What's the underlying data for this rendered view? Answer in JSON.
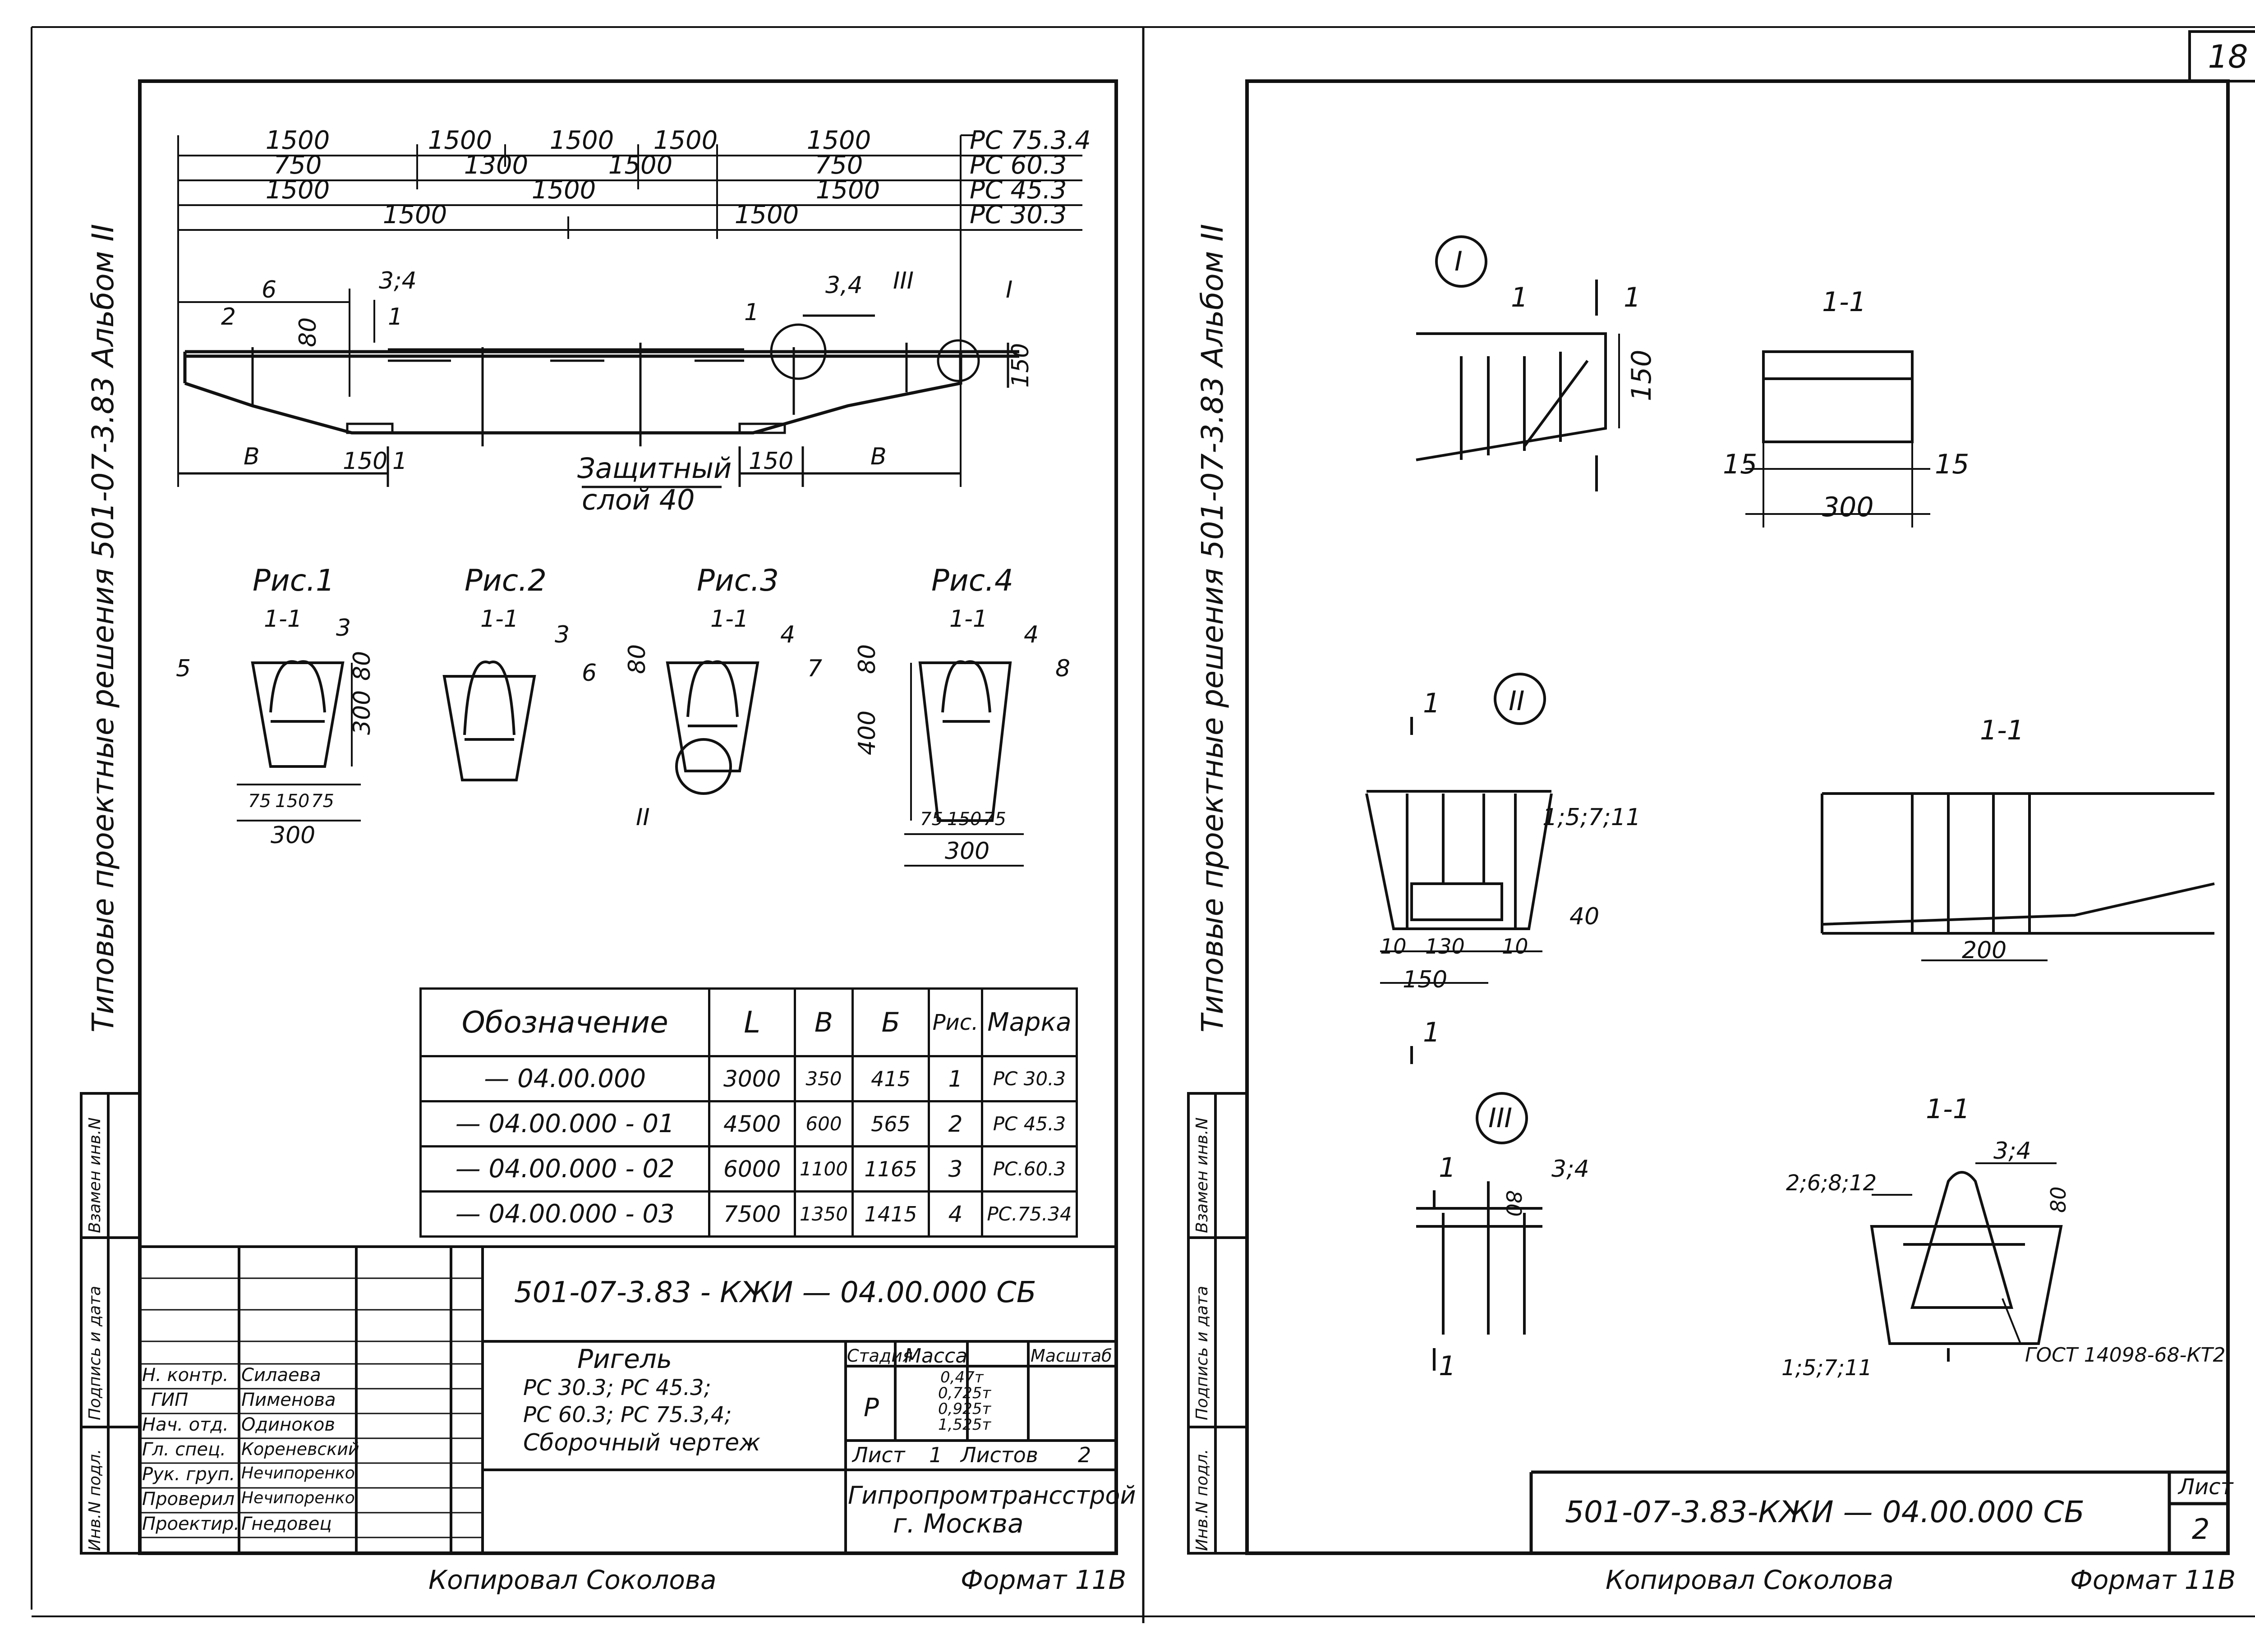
{
  "page_number": "18",
  "album_title": "Типовые проектные решения 501-07-3.83 Альбом II",
  "left_sheet": {
    "dimension_rows": [
      {
        "values": [
          "1500",
          "1500",
          "1500",
          "1500",
          "1500"
        ],
        "label": "РС 75.3.4"
      },
      {
        "values": [
          "750",
          "1300",
          "1500",
          "750"
        ],
        "label": "РС 60.3"
      },
      {
        "values": [
          "1500",
          "1500",
          "1500"
        ],
        "label": "РС 45.3"
      },
      {
        "values": [
          "1500",
          "1500"
        ],
        "label": "РС 30.3"
      }
    ],
    "elevation": {
      "dim_6": "6",
      "dim_3_4": "3;4",
      "section_mark": "1",
      "dim_80": "80",
      "pos_2": "2",
      "pos_1": "1",
      "callout_3_4": "3,4",
      "callout_III": "III",
      "callout_I": "I",
      "dim_150_right": "150",
      "dim_B_left": "В",
      "dim_150_a": "150",
      "section_mark_bottom": "1",
      "protective_1": "Защитный",
      "protective_2": "слой 40",
      "dim_150_b": "150",
      "dim_B_right": "В"
    },
    "figures": [
      {
        "title": "Рис.1",
        "section": "1-1",
        "leaders": [
          "3",
          "5"
        ],
        "dims": [
          "80",
          "300",
          "75",
          "150",
          "75",
          "300"
        ]
      },
      {
        "title": "Рис.2",
        "section": "1-1",
        "leaders": [
          "3",
          "6"
        ],
        "dims": []
      },
      {
        "title": "Рис.3",
        "section": "1-1",
        "leaders": [
          "4",
          "7"
        ],
        "dims": [
          "80"
        ],
        "callout": "II"
      },
      {
        "title": "Рис.4",
        "section": "1-1",
        "leaders": [
          "4",
          "8"
        ],
        "dims": [
          "80",
          "400",
          "75",
          "150",
          "75",
          "300"
        ]
      }
    ],
    "spec_table": {
      "headers": [
        "Обозначение",
        "L",
        "В",
        "Б",
        "Рис.",
        "Марка"
      ],
      "rows": [
        [
          "— 04.00.000",
          "3000",
          "350",
          "415",
          "1",
          "РС 30.3"
        ],
        [
          "— 04.00.000 - 01",
          "4500",
          "600",
          "565",
          "2",
          "РС 45.3"
        ],
        [
          "— 04.00.000 - 02",
          "6000",
          "1100",
          "1165",
          "3",
          "РС.60.3"
        ],
        [
          "— 04.00.000 - 03",
          "7500",
          "1350",
          "1415",
          "4",
          "РС.75.34"
        ]
      ]
    },
    "title_block": {
      "code": "501-07-3.83 - КЖИ    — 04.00.000 СБ",
      "name_lines": [
        "Ригель",
        "РС 30.3; РС 45.3;",
        "РС 60.3; РС 75.3,4;",
        "Сборочный чертеж"
      ],
      "stage_header": "Стадия",
      "mass_header": "Масса",
      "scale_header": "Масштаб",
      "stage_value": "Р",
      "mass_values": [
        "0,47т",
        "0,725т",
        "0,925т",
        "1,525т"
      ],
      "sheet_label": "Лист",
      "sheet_value": "1",
      "sheets_label": "Листов",
      "sheets_value": "2",
      "org_line1": "Гипропромтрансстрой",
      "org_line2": "г. Москва",
      "roles": [
        {
          "role": "Н. контр.",
          "name": "Силаева"
        },
        {
          "role": "ГИП",
          "name": "Пименова"
        },
        {
          "role": "Нач. отд.",
          "name": "Одиноков"
        },
        {
          "role": "Гл. спец.",
          "name": "Кореневский"
        },
        {
          "role": "Рук. груп.",
          "name": "Нечипоренко"
        },
        {
          "role": "Проверил",
          "name": "Нечипоренко"
        },
        {
          "role": "Проектир.",
          "name": "Гнедовец"
        }
      ]
    },
    "side_stamps": [
      "Инв.N подл.",
      "Подпись и дата",
      "Взамен инв.N"
    ],
    "copied_by": "Копировал  Соколова",
    "format": "Формат 11В"
  },
  "right_sheet": {
    "detail_I": {
      "label": "I",
      "section_mark": "1",
      "dim_150": "150"
    },
    "section_1_1_top": {
      "title": "1-1",
      "dim_15_left": "15",
      "dim_300": "300",
      "dim_15_right": "15"
    },
    "detail_II": {
      "label": "II",
      "section_mark": "1",
      "leader": "1;5;7;11",
      "dim_40": "40",
      "dims": [
        "10",
        "130",
        "10"
      ],
      "dim_150": "150"
    },
    "section_1_1_mid": {
      "title": "1-1",
      "dim_200": "200"
    },
    "detail_III": {
      "label": "III",
      "leader": "3;4",
      "section_mark": "1",
      "dim_80": "80"
    },
    "section_1_1_bottom": {
      "title": "1-1",
      "leader_top": "3;4",
      "leader_left": "2;6;8;12",
      "dim_80": "80",
      "leader_bottom": "1;5;7;11",
      "gost": "ГОСТ 14098-68-КТ2"
    },
    "title_code": "501-07-3.83-КЖИ — 04.00.000 СБ",
    "sheet_label": "Лист",
    "sheet_value": "2",
    "side_stamps": [
      "Инв.N подл.",
      "Подпись и дата",
      "Взамен инв.N"
    ],
    "copied_by": "Копировал  Соколова",
    "format": "Формат 11В"
  }
}
